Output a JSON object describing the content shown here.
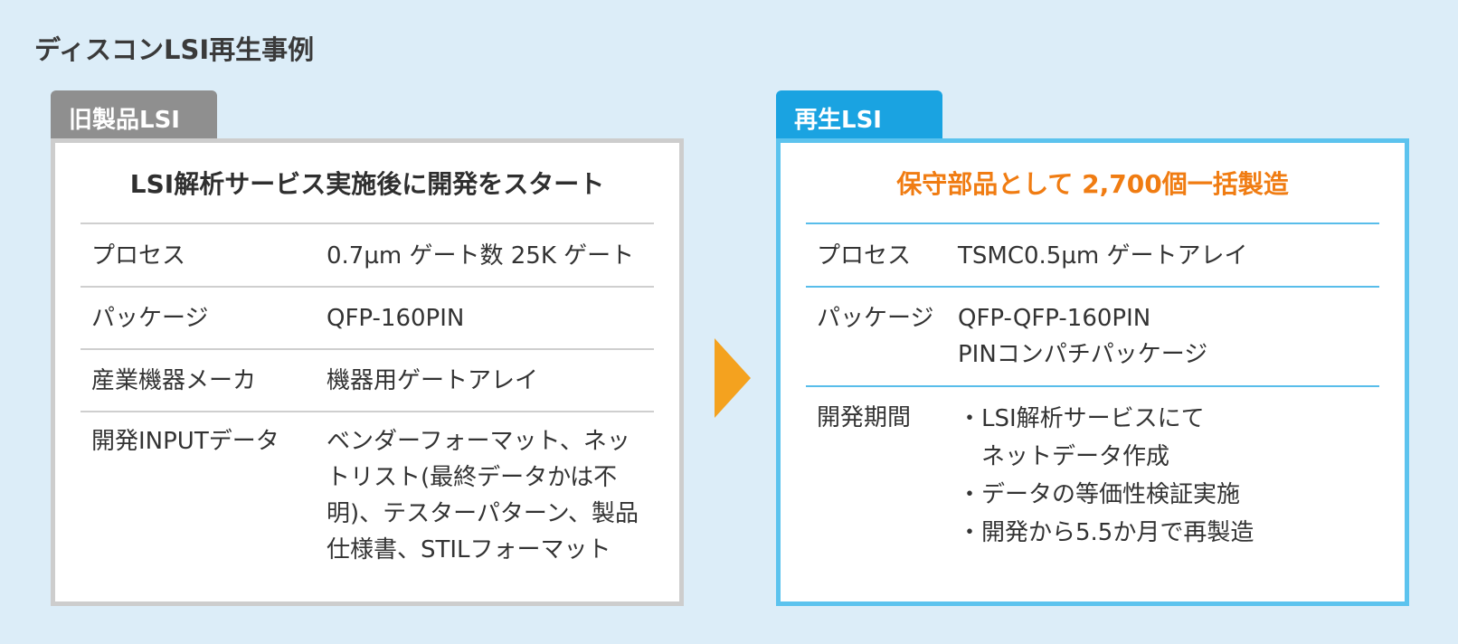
{
  "page_title": "ディスコンLSI再生事例",
  "old": {
    "tab_label": "旧製品LSI",
    "heading": "LSI解析サービス実施後に開発をスタート",
    "rows": [
      {
        "label": "プロセス",
        "value": [
          "0.7µm ゲート数 25K ゲート"
        ]
      },
      {
        "label": "パッケージ",
        "value": [
          "QFP-160PIN"
        ]
      },
      {
        "label": "産業機器メーカ",
        "value": [
          "機器用ゲートアレイ"
        ]
      },
      {
        "label": "開発INPUTデータ",
        "value": [
          "ベンダーフォーマット、ネッ",
          "トリスト(最終データかは不",
          "明)、テスターパターン、製品",
          "仕様書、STILフォーマット"
        ]
      }
    ]
  },
  "new": {
    "tab_label": "再生LSI",
    "heading": "保守部品として 2,700個一括製造",
    "rows": [
      {
        "label": "プロセス",
        "value": [
          "TSMC0.5µm ゲートアレイ"
        ]
      },
      {
        "label": "パッケージ",
        "value": [
          "QFP-QFP-160PIN",
          "PINコンパチパッケージ"
        ]
      }
    ],
    "period": {
      "label": "開発期間",
      "bullet": "・",
      "items": [
        [
          "LSI解析サービスにて",
          "ネットデータ作成"
        ],
        [
          "データの等価性検証実施"
        ],
        [
          "開発から5.5か月で再製造"
        ]
      ]
    }
  },
  "colors": {
    "background": "#dcedf8",
    "old_accent": "#8f8f8f",
    "new_accent": "#1aa3e1",
    "highlight": "#f07c12",
    "arrow": "#f4a21f"
  }
}
